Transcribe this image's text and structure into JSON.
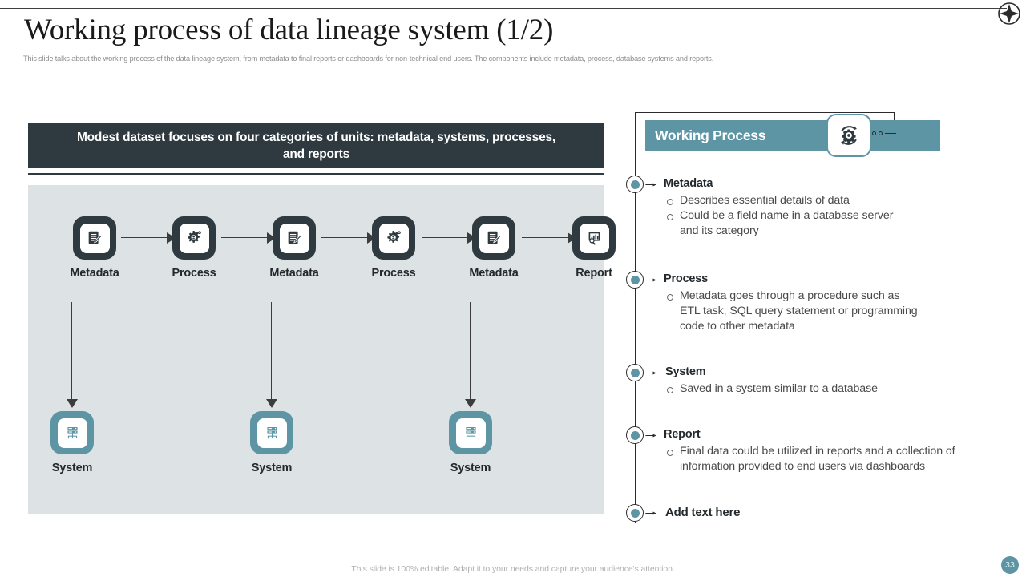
{
  "header": {
    "title": "Working process of data lineage system (1/2)",
    "subtitle": "This slide talks about the working process of the data lineage system, from metadata to final reports or dashboards for non-technical end users. The components include metadata, process, database systems and reports.",
    "logo_icon": "four-point-star-logo"
  },
  "left": {
    "heading": "Modest dataset focuses on four categories of units: metadata, systems, processes, and reports",
    "flow_top": [
      {
        "label": "Metadata",
        "icon": "document-pencil-icon",
        "style": "dark"
      },
      {
        "label": "Process",
        "icon": "gear-icon",
        "style": "dark"
      },
      {
        "label": "Metadata",
        "icon": "document-pencil-icon",
        "style": "dark"
      },
      {
        "label": "Process",
        "icon": "gear-icon",
        "style": "dark"
      },
      {
        "label": "Metadata",
        "icon": "document-pencil-icon",
        "style": "dark"
      },
      {
        "label": "Report",
        "icon": "report-chart-search-icon",
        "style": "dark"
      }
    ],
    "flow_bottom": [
      {
        "label": "System",
        "icon": "server-stack-icon",
        "style": "teal"
      },
      {
        "label": "System",
        "icon": "server-stack-icon",
        "style": "teal"
      },
      {
        "label": "System",
        "icon": "server-stack-icon",
        "style": "teal"
      }
    ]
  },
  "right": {
    "panel_title": "Working Process",
    "panel_icon": "gear-refresh-icon",
    "items": [
      {
        "title": "Metadata",
        "points": [
          "Describes essential details of data",
          "Could be a field name in a database server and its category"
        ]
      },
      {
        "title": "Process",
        "points": [
          "Metadata goes through a procedure such as ETL task, SQL query statement or programming code to other metadata"
        ]
      },
      {
        "title": "System",
        "points": [
          "Saved in a system similar to a database"
        ]
      },
      {
        "title": "Report",
        "points": [
          "Final data could be utilized in reports and a collection of information provided to end users via dashboards"
        ]
      },
      {
        "title": "Add text here",
        "points": []
      }
    ]
  },
  "footer": {
    "note": "This slide is 100% editable. Adapt it to your needs and capture your audience's attention.",
    "page_number": "33"
  },
  "colors": {
    "teal": "#5d95a5",
    "dark": "#2e3a40",
    "panel_bg": "#dde2e4"
  }
}
